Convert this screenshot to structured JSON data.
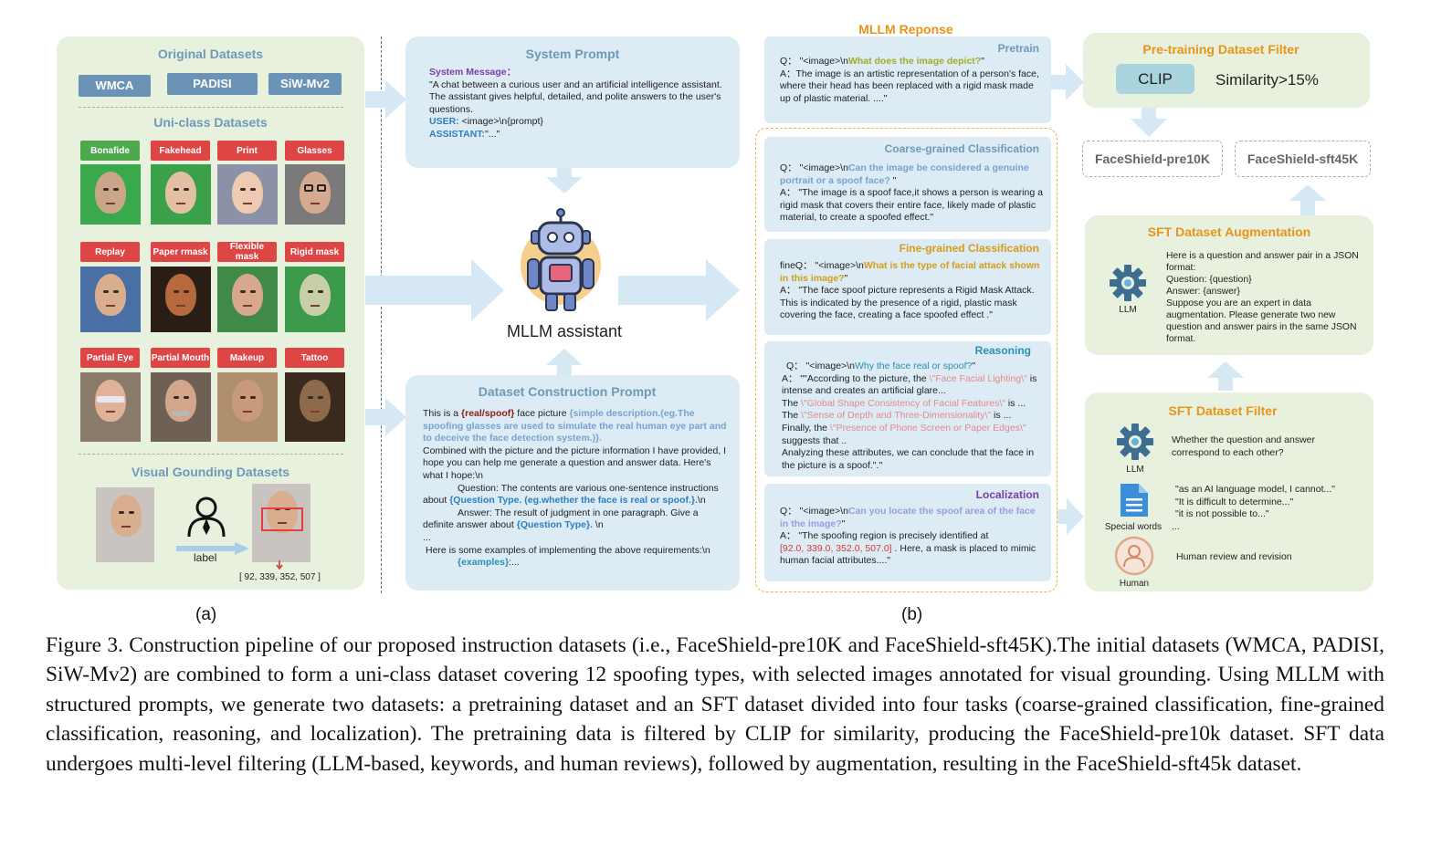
{
  "panel_a": {
    "original_title": "Original Datasets",
    "datasets": [
      "WMCA",
      "PADISI",
      "SiW-Mv2"
    ],
    "uniclass_title": "Uni-class Datasets",
    "tags": [
      "Bonafide",
      "Fakehead",
      "Print",
      "Glasses",
      "Replay",
      "Paper rmask",
      "Flexible mask",
      "Rigid mask",
      "Partial Eye",
      "Partial Mouth",
      "Makeup",
      "Tattoo"
    ],
    "grounding_title": "Visual Gounding Datasets",
    "label_text": "label",
    "bbox_text": "[ 92, 339, 352, 507 ]",
    "sub_label": "(a)"
  },
  "system_prompt": {
    "title": "System Prompt",
    "msg_label": "System Message：",
    "msg_text": "\"A chat between a curious user and an artificial intelligence assistant. The assistant gives helpful, detailed, and polite answers to the user's questions.",
    "user_label": "USER:",
    "user_text": " <image>\\n{prompt}",
    "assistant_label": "ASSISTANT:",
    "assistant_text": "\"...\""
  },
  "assistant": {
    "label": "MLLM assistant"
  },
  "dataset_prompt": {
    "title": "Dataset Construction Prompt",
    "l1a": "This is a ",
    "l1b": "{real/spoof}",
    "l1c": " face picture ",
    "l1d": "{simple description.(eg.The spoofing glasses are used to simulate the real human eye part and to deceive the face detection system.)}.",
    "l2": "Combined with the picture and the picture information I have provided, I hope you can help me generate a question and answer data. Here's what I hope:\\n",
    "l3a": "Question: The contents are various one-sentence instructions about ",
    "l3b": "{Question Type. (eg.whether the face is real or spoof.}.",
    "l3c": "\\n",
    "l4a": "Answer: The result of judgment in one paragraph. Give a definite answer about ",
    "l4b": "{Question Type}.",
    "l4c": " \\n",
    "l5": "...",
    "l6": "Here is some examples of implementing the above requirements:\\n",
    "l7a": "{examples}",
    "l7b": ":..."
  },
  "response": {
    "title": "MLLM Reponse",
    "pretrain": {
      "title": "Pretrain",
      "q_pre": "Q：  \"<image>\\n",
      "q_hl": "What does the image depict?",
      "q_post": "\"",
      "a": "A：The image is an artistic representation of a person's face, where their head has been replaced with a rigid mask made up of plastic material. ....\""
    },
    "coarse": {
      "title": "Coarse-grained Classification",
      "q_pre": "Q：  \"<image>\\n",
      "q_hl": "Can the image be considered a genuine portrait or a spoof face?",
      "q_post": " \"",
      "a": "A：  \"The image is a spoof face,it shows a person is wearing a rigid mask that covers their entire face, likely made of plastic material, to create a spoofed effect.\""
    },
    "fine": {
      "title": "Fine-grained Classification",
      "q_pre": "fineQ：  \"<image>\\n",
      "q_hl": "What is the type of facial attack shown in this image?",
      "q_post": "\"",
      "a": "A：  \"The face spoof picture represents a Rigid Mask Attack. This is indicated by the presence of a rigid, plastic mask covering the face, creating a face spoofed effect .\""
    },
    "reasoning": {
      "title": "Reasoning",
      "q_pre": "Q：  \"<image>\\n",
      "q_hl": "Why the face  real or spoof?",
      "q_post": "\"",
      "a1a": "A：  \"\"According to the picture, the ",
      "a1b": "\\\"Face Facial Lighting\\\"",
      "a1c": " is intense and creates an artificial glare...",
      "a2a": "The ",
      "a2b": "\\\"Global Shape Consistency of Facial Features\\\"",
      "a2c": " is ...",
      "a3a": "The ",
      "a3b": "\\\"Sense of Depth and Three-Dimensionality\\\"",
      "a3c": " is ...",
      "a4a": " Finally, the ",
      "a4b": "\\\"Presence of Phone Screen or Paper Edges\\\"",
      "a4c": " suggests that ..",
      "a5": "Analyzing these attributes, we can conclude that the face in the picture is a spoof.\".\""
    },
    "localization": {
      "title": "Localization",
      "q_pre": "Q：  \"<image>\\n",
      "q_hl": "Can you locate the spoof area of the face in the image?",
      "q_post": "\"",
      "a1": "A：  \"The spoofing region is precisely identified at",
      "a2a": "[92.0, 339.0, 352.0, 507.0]",
      "a2b": " . Here, a mask is placed to mimic human facial attributes....\""
    },
    "sub_label": "(b)"
  },
  "pretrain_filter": {
    "title": "Pre-training Dataset Filter",
    "clip": "CLIP",
    "similarity": "Similarity>15%"
  },
  "outputs": {
    "pre10k": "FaceShield-pre10K",
    "sft45k": "FaceShield-sft45K"
  },
  "sft_aug": {
    "title": "SFT Dataset Augmentation",
    "llm": "LLM",
    "text1": "Here is a question and answer pair in a JSON format:",
    "text2": "Question: {question}",
    "text3": " Answer: {answer}",
    "text4": "Suppose you are an expert in data augmentation. Please generate two new question and answer pairs in the same JSON format."
  },
  "sft_filter": {
    "title": "SFT Dataset Filter",
    "llm": "LLM",
    "llm_text": "Whether the question and answer correspond to each other?",
    "special": "Special words",
    "special_text1": "\"as an AI language model, I cannot...\"",
    "special_text2": "\"It is difficult to determine...\"",
    "special_text3": "\"it is not possible to...\"",
    "special_text4": "...",
    "human": "Human",
    "human_text": "Human review and revision"
  },
  "caption": "Figure 3. Construction pipeline of our proposed instruction datasets (i.e., FaceShield-pre10K and FaceShield-sft45K).The initial datasets (WMCA, PADISI, SiW-Mv2) are combined to form a uni-class dataset covering 12 spoofing types, with selected images annotated for visual grounding.  Using MLLM with structured prompts, we generate two datasets:  a pretraining dataset and an SFT dataset divided into four tasks (coarse-grained classification, fine-grained classification, reasoning, and localization).  The pretraining data is filtered by CLIP for similarity, producing the FaceShield-pre10k dataset. SFT data undergoes multi-level filtering (LLM-based, keywords, and human reviews), followed by augmentation, resulting in the FaceShield-sft45k dataset.",
  "colors": {
    "green_panel": "#e8f1de",
    "blue_panel": "#dcebf4",
    "orange": "#e79419",
    "tag_red": "#de4646",
    "tag_green": "#4ea84c",
    "ds_blue": "#6a93b6"
  }
}
